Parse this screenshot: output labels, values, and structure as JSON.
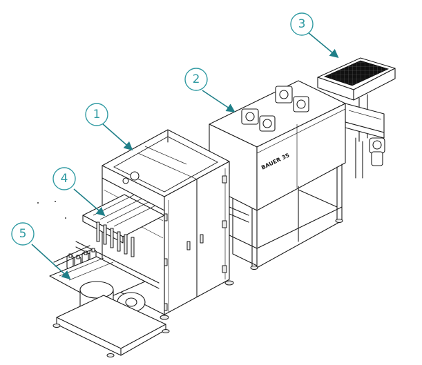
{
  "callouts": [
    {
      "id": "1",
      "label": "1"
    },
    {
      "id": "2",
      "label": "2"
    },
    {
      "id": "3",
      "label": "3"
    },
    {
      "id": "4",
      "label": "4"
    },
    {
      "id": "5",
      "label": "5"
    }
  ],
  "machine": {
    "brand_plate": "BAUER 35"
  },
  "colors": {
    "callout": "#2f9aa2",
    "leader": "#1f7f88",
    "line": "#1a1a1a"
  }
}
